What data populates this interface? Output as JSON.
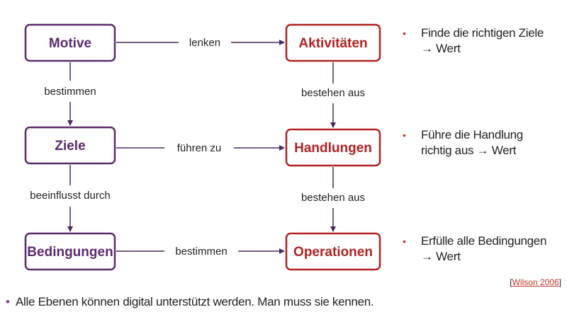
{
  "colors": {
    "purple": "#5b2a6e",
    "red": "#b22222",
    "line": "#4a2a5a",
    "bullet_red": "#c0392b",
    "bullet_purple": "#7b3f8e"
  },
  "nodes": {
    "motive": "Motive",
    "ziele": "Ziele",
    "bedingungen": "Bedingungen",
    "aktivitaeten": "Aktivitäten",
    "handlungen": "Handlungen",
    "operationen": "Operationen"
  },
  "edges": {
    "lenken": "lenken",
    "fuehren_zu": "führen zu",
    "bestimmen_row": "bestimmen",
    "bestimmen_col": "bestimmen",
    "beeinflusst_durch": "beeinflusst durch",
    "bestehen_aus_1": "bestehen aus",
    "bestehen_aus_2": "bestehen aus"
  },
  "bullets": [
    "Finde die richtigen Ziele\n→ Wert",
    "Führe die Handlung\nrichtig aus → Wert",
    "Erfülle alle Bedingungen\n→ Wert"
  ],
  "citation": {
    "open": "[",
    "link": "Wilson 2006",
    "close": "]"
  },
  "footer": "Alle Ebenen können digital unterstützt werden. Man muss sie kennen."
}
